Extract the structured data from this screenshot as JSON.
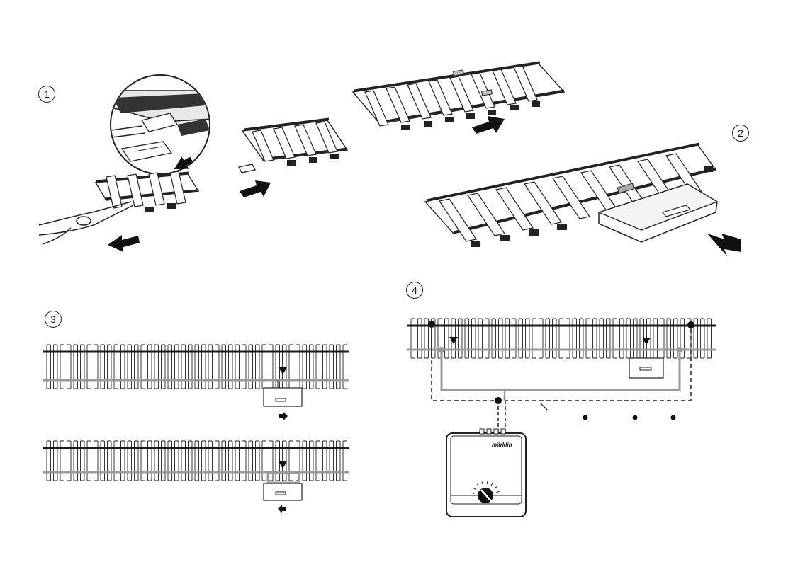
{
  "steps": {
    "step1": "1",
    "step2": "2",
    "step3": "3",
    "step4": "4"
  },
  "transformer": {
    "brand": "märklin"
  },
  "colors": {
    "line": "#222222",
    "rail_dark": "#1a1a1a",
    "rail_grey": "#9a9a9a",
    "sleeper": "#ffffff",
    "panel_fill": "#f2f2f2"
  },
  "icons": [
    "arrow-icon",
    "pliers-icon",
    "magnifier-icon",
    "transformer-icon",
    "dial-icon",
    "connection-dot-icon",
    "track-contact-icon"
  ]
}
